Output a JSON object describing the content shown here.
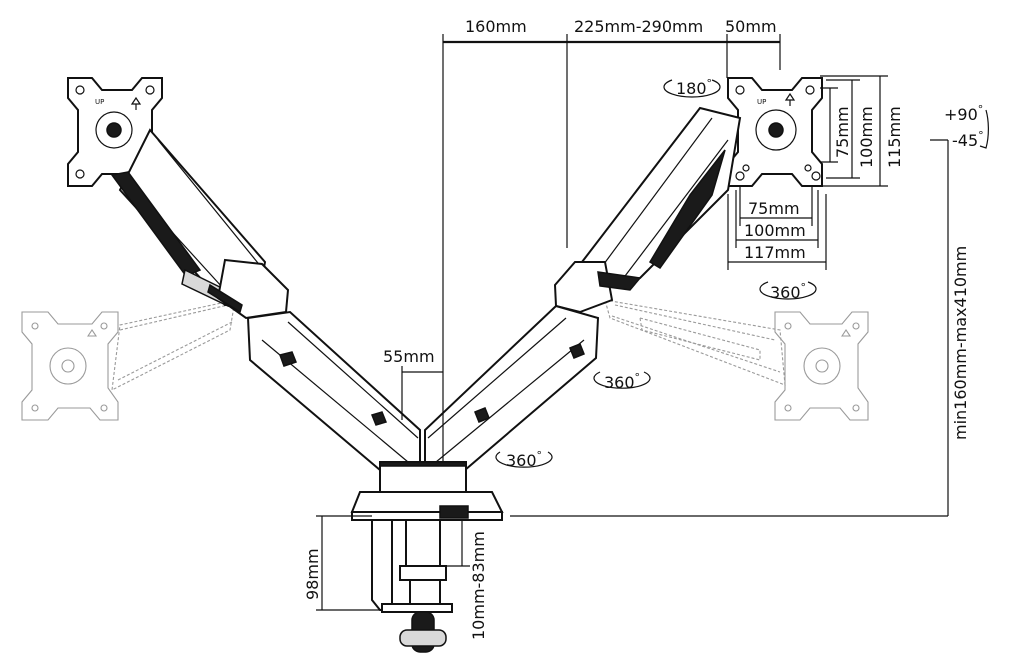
{
  "labels": {
    "d160": "160mm",
    "d225_290": "225mm-290mm",
    "d50": "50mm",
    "d55": "55mm",
    "d75v": "75mm",
    "d100v": "100mm",
    "d115v": "115mm",
    "d75h": "75mm",
    "d100h": "100mm",
    "d117h": "117mm",
    "height_range": "min160mm-max410mm",
    "d98": "98mm",
    "clamp_range": "10mm-83mm"
  },
  "rotations": {
    "r180": "180",
    "r360_upper": "360",
    "r360_mid": "360",
    "r360_lower": "360",
    "tilt_plus": "+90",
    "tilt_minus": "-45",
    "degree_sign": "°"
  },
  "plate_marks": {
    "up_text": "UP"
  }
}
